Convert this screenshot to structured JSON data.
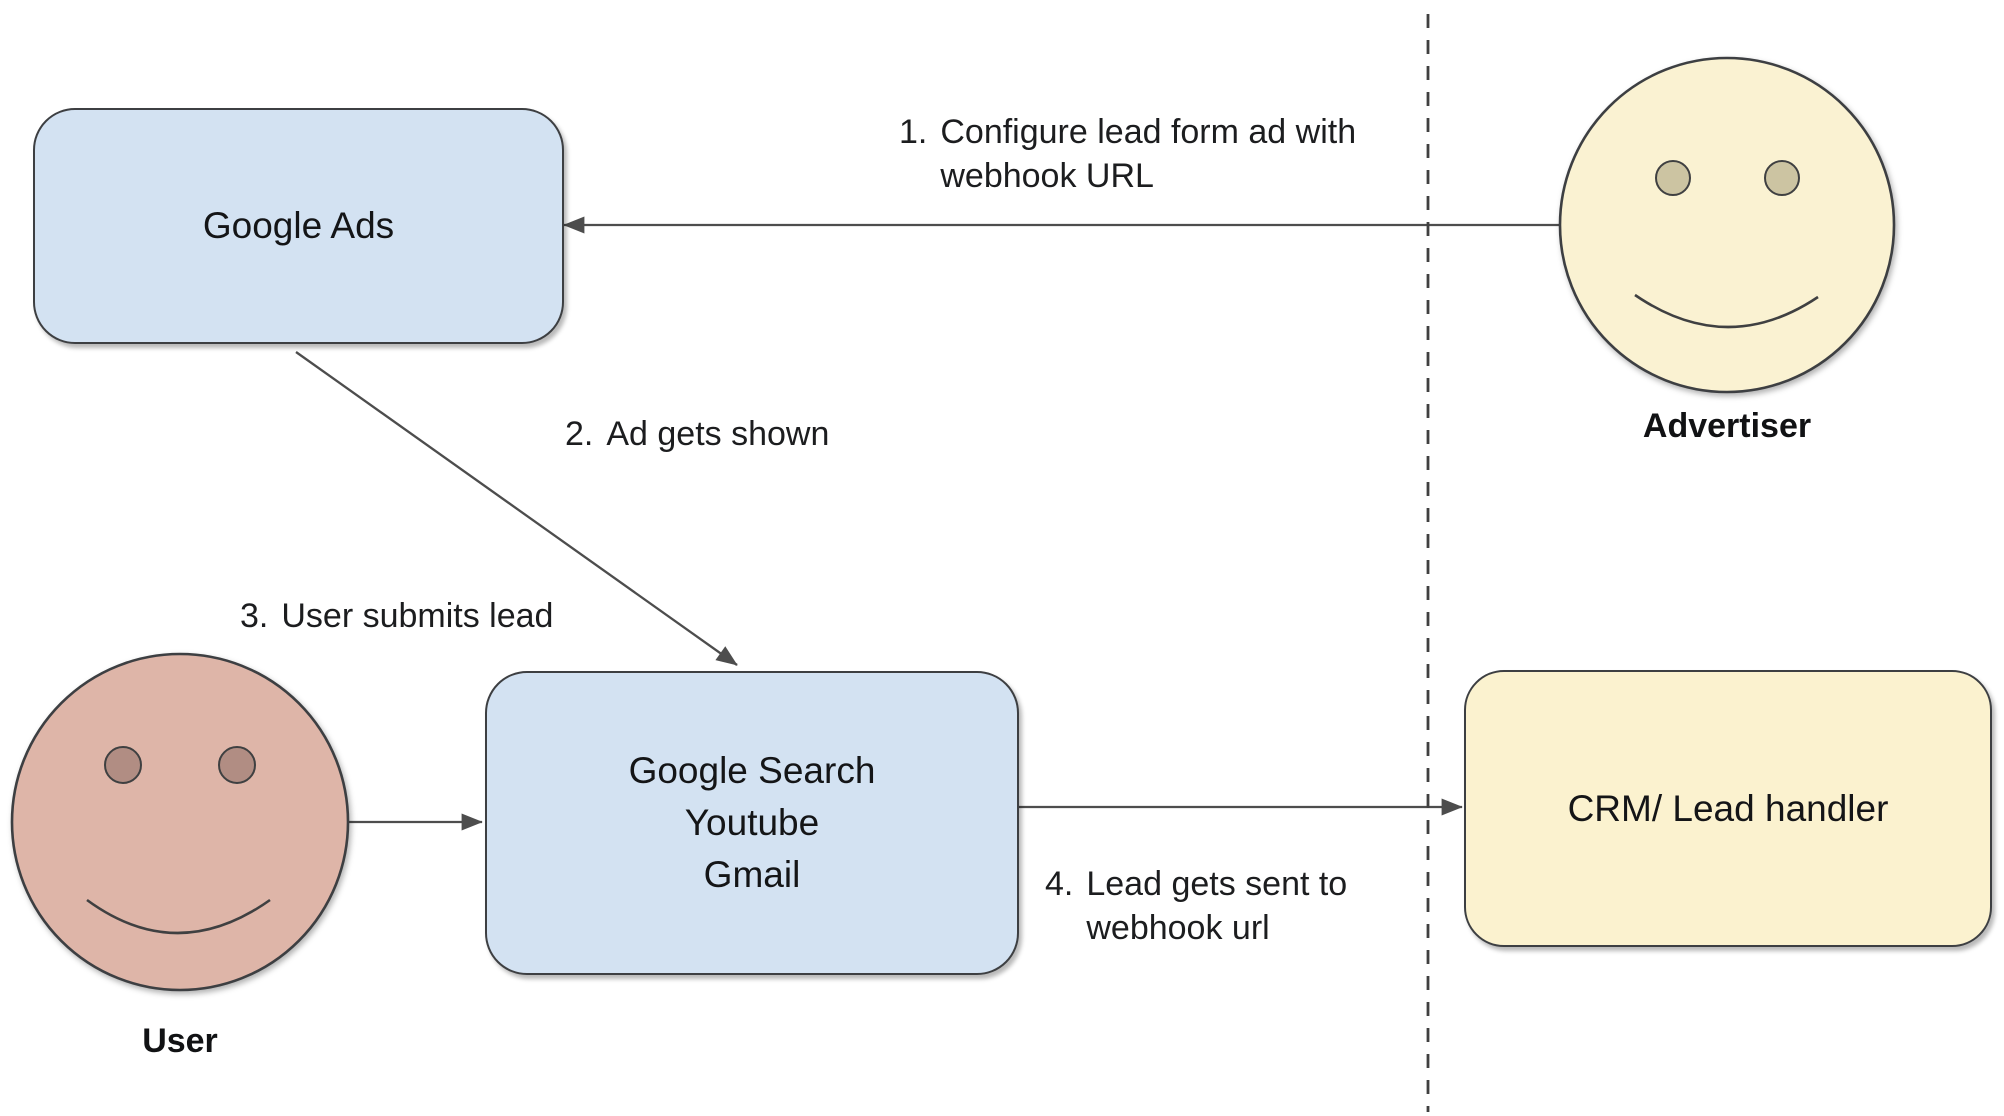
{
  "colors": {
    "background": "#ffffff",
    "node_blue": "#d3e2f2",
    "node_cream": "#fbf2cf",
    "advertiser_skin": "#faf2d2",
    "advertiser_eye": "#ccc4a2",
    "user_skin": "#deb5a8",
    "user_eye": "#b18d83",
    "shape_stroke": "#3d3f42",
    "connector": "#4d4d4d",
    "text": "#1c1d1f"
  },
  "nodes": {
    "google_ads": {
      "label": "Google Ads"
    },
    "google_surfaces": {
      "lines": [
        "Google Search",
        "Youtube",
        "Gmail"
      ]
    },
    "crm": {
      "label": "CRM/ Lead handler"
    }
  },
  "actors": {
    "advertiser": {
      "label": "Advertiser"
    },
    "user": {
      "label": "User"
    }
  },
  "steps": [
    {
      "num": "1.",
      "text": "Configure lead form ad with webhook URL"
    },
    {
      "num": "2.",
      "text": "Ad gets shown"
    },
    {
      "num": "3.",
      "text": "User submits lead"
    },
    {
      "num": "4.",
      "text": "Lead gets sent to webhook url"
    }
  ]
}
